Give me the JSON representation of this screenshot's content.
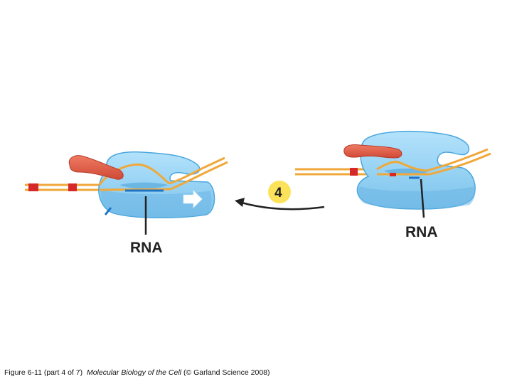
{
  "left_panel": {
    "rna_label": "RNA"
  },
  "right_panel": {
    "rna_label": "RNA"
  },
  "step": {
    "number": "4"
  },
  "caption": {
    "figure": "Figure 6-11 (part 4 of 7)",
    "book": "Molecular Biology of the Cell",
    "credit": "(© Garland Science 2008)"
  },
  "colors": {
    "polymerase": "#8fd0f4",
    "polymerase_edge": "#4aa6dc",
    "dna": "#f0a83a",
    "promoter_mark": "#d62828",
    "sigma_factor": "#e05a44",
    "rna": "#1d74c8",
    "step_circle": "#fce25a"
  }
}
